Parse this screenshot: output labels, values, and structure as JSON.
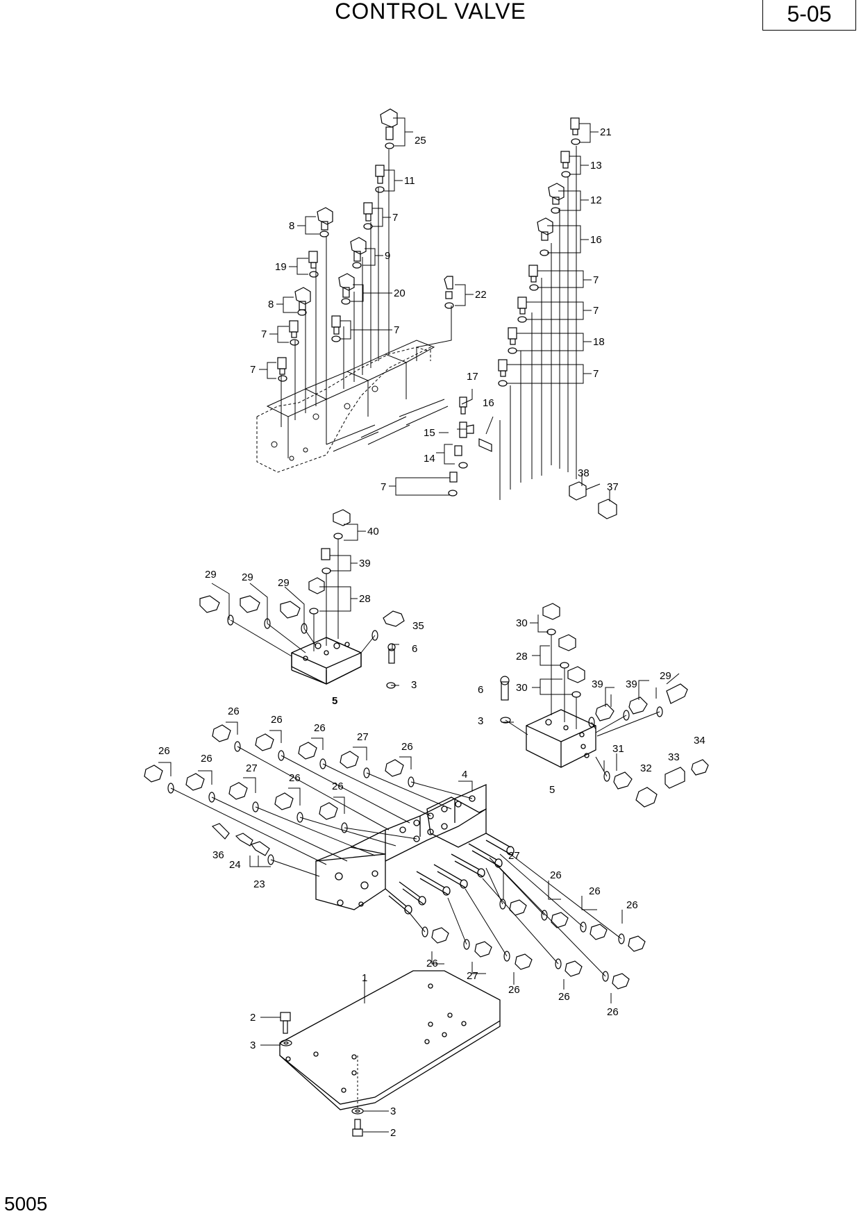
{
  "header": {
    "title": "CONTROL VALVE",
    "page": "5-05"
  },
  "footer": {
    "code": "5005"
  },
  "labels": {
    "top_left_callouts": [
      "25",
      "11",
      "7",
      "9",
      "20",
      "7",
      "8",
      "19",
      "8",
      "7",
      "7",
      "22"
    ],
    "top_right_callouts": [
      "21",
      "13",
      "12",
      "16",
      "7",
      "7",
      "18",
      "7"
    ],
    "mid_top_callouts": [
      "17",
      "16",
      "15",
      "14",
      "7",
      "38",
      "37"
    ],
    "block_a_callouts": [
      "40",
      "39",
      "28",
      "29",
      "29",
      "29",
      "35",
      "6",
      "3",
      "5"
    ],
    "block_b_callouts": [
      "30",
      "28",
      "30",
      "6",
      "3",
      "39",
      "39",
      "29",
      "31",
      "32",
      "33",
      "34",
      "5"
    ],
    "valve_callouts": [
      "26",
      "26",
      "26",
      "27",
      "26",
      "26",
      "26",
      "27",
      "26",
      "26",
      "4",
      "36",
      "24",
      "23",
      "27",
      "26",
      "26",
      "26",
      "26",
      "27",
      "26",
      "26",
      "26"
    ],
    "plate_callouts": [
      "1",
      "2",
      "3",
      "3",
      "2"
    ]
  }
}
